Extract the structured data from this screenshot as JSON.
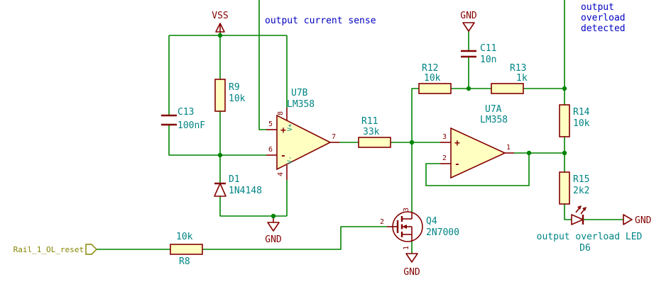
{
  "notes": {
    "current_sense": "output current sense",
    "overload_line1": "output",
    "overload_line2": "overload",
    "overload_line3": "detected"
  },
  "power": {
    "vss": "VSS",
    "gnd_top": "GND",
    "gnd_mid": "GND",
    "gnd_q4": "GND",
    "gnd_led": "GND"
  },
  "hier": {
    "reset": "Rail_1_OL_reset"
  },
  "components": {
    "c13": {
      "ref": "C13",
      "value": "100nF"
    },
    "r9": {
      "ref": "R9",
      "value": "10k"
    },
    "d1": {
      "ref": "D1",
      "value": "1N4148"
    },
    "u7b": {
      "ref": "U7B",
      "value": "LM358",
      "plus": "+",
      "minus": "-",
      "vplus": "V+",
      "vminus": "V-",
      "pins": {
        "p5": "5",
        "p6": "6",
        "p7": "7",
        "p8": "8",
        "p4": "4"
      }
    },
    "r11": {
      "ref": "R11",
      "value": "33k"
    },
    "r12": {
      "ref": "R12",
      "value": "10k"
    },
    "c11": {
      "ref": "C11",
      "value": "10n"
    },
    "r13": {
      "ref": "R13",
      "value": "1k"
    },
    "u7a": {
      "ref": "U7A",
      "value": "LM358",
      "plus": "+",
      "minus": "-",
      "pins": {
        "p3": "3",
        "p2": "2",
        "p1": "1"
      }
    },
    "r14": {
      "ref": "R14",
      "value": "10k"
    },
    "r15": {
      "ref": "R15",
      "value": "2k2"
    },
    "d6": {
      "ref": "D6",
      "value": "output overload LED"
    },
    "q4": {
      "ref": "Q4",
      "value": "2N7000",
      "pins": {
        "p1": "1",
        "p2": "2",
        "p3": "3"
      }
    },
    "r8": {
      "ref": "R8",
      "value": "10k"
    }
  },
  "colors": {
    "wire": "#008400",
    "device": "#840000",
    "body_fill": "#FFFFC2",
    "field": "#008484",
    "note": "#0000C2",
    "hier_label": "#848400"
  }
}
